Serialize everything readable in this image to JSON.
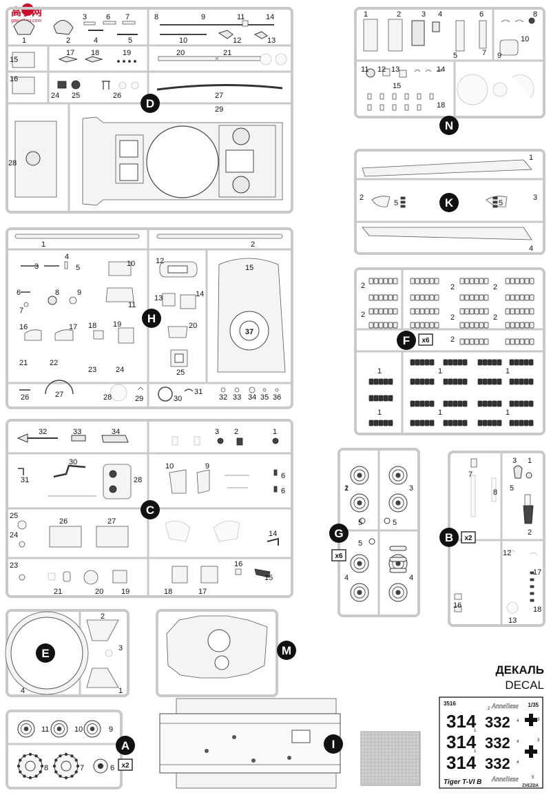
{
  "watermark": {
    "logo_text": "高手网",
    "url_text": "gao-shou.com"
  },
  "sprues": {
    "D": {
      "letter": "D",
      "labels": [
        "1",
        "2",
        "3",
        "4",
        "5",
        "6",
        "7",
        "8",
        "9",
        "10",
        "11",
        "12",
        "13",
        "14",
        "15",
        "16",
        "17",
        "18",
        "19",
        "20",
        "21",
        "24",
        "25",
        "26",
        "27",
        "28",
        "29"
      ]
    },
    "N": {
      "letter": "N",
      "labels": [
        "1",
        "2",
        "3",
        "4",
        "5",
        "6",
        "7",
        "8",
        "9",
        "10",
        "11",
        "12",
        "13",
        "14",
        "15",
        "18"
      ]
    },
    "K": {
      "letter": "K",
      "labels": [
        "1",
        "2",
        "3",
        "4",
        "5",
        "5"
      ]
    },
    "H": {
      "letter": "H",
      "labels": [
        "1",
        "2",
        "3",
        "4",
        "5",
        "6",
        "7",
        "8",
        "9",
        "10",
        "11",
        "12",
        "13",
        "14",
        "15",
        "16",
        "17",
        "18",
        "19",
        "20",
        "21",
        "22",
        "23",
        "24",
        "25",
        "26",
        "27",
        "28",
        "29",
        "30",
        "31",
        "32",
        "33",
        "34",
        "35",
        "36",
        "37"
      ]
    },
    "F": {
      "letter": "F",
      "multiplier": "x6",
      "labels": [
        "2",
        "2",
        "2",
        "2",
        "2",
        "2",
        "2",
        "1",
        "1",
        "1",
        "1",
        "1",
        "1"
      ]
    },
    "C": {
      "letter": "C",
      "labels": [
        "1",
        "2",
        "3",
        "6",
        "6",
        "9",
        "10",
        "14",
        "15",
        "16",
        "17",
        "18",
        "19",
        "20",
        "21",
        "23",
        "24",
        "25",
        "26",
        "27",
        "28",
        "30",
        "31",
        "32",
        "33",
        "34"
      ]
    },
    "G": {
      "letter": "G",
      "multiplier": "x6",
      "labels": [
        "1",
        "2",
        "3",
        "4",
        "4",
        "5",
        "5",
        "5"
      ]
    },
    "B": {
      "letter": "B",
      "multiplier": "x2",
      "labels": [
        "1",
        "2",
        "3",
        "5",
        "7",
        "8",
        "12",
        "13",
        "16",
        "17",
        "18"
      ]
    },
    "E": {
      "letter": "E",
      "labels": [
        "1",
        "2",
        "3",
        "4"
      ]
    },
    "M": {
      "letter": "M",
      "labels": []
    },
    "A": {
      "letter": "A",
      "multiplier": "x2",
      "labels": [
        "6",
        "7",
        "8",
        "9",
        "10",
        "11"
      ]
    },
    "I": {
      "letter": "I",
      "labels": []
    }
  },
  "decal": {
    "title_ru": "ДЕКАЛЬ",
    "title_en": "DECAL",
    "kit_number": "3516",
    "scale": "1/35",
    "tank_names": [
      "Anneliese",
      "Anneliese"
    ],
    "numbers_left": [
      "314",
      "314",
      "314"
    ],
    "numbers_right": [
      "332",
      "332",
      "332"
    ],
    "model_name": "Tiger T-VI B",
    "brand": "ZVEZDA",
    "small_labels": [
      "1",
      "2",
      "3",
      "4",
      "5"
    ]
  }
}
